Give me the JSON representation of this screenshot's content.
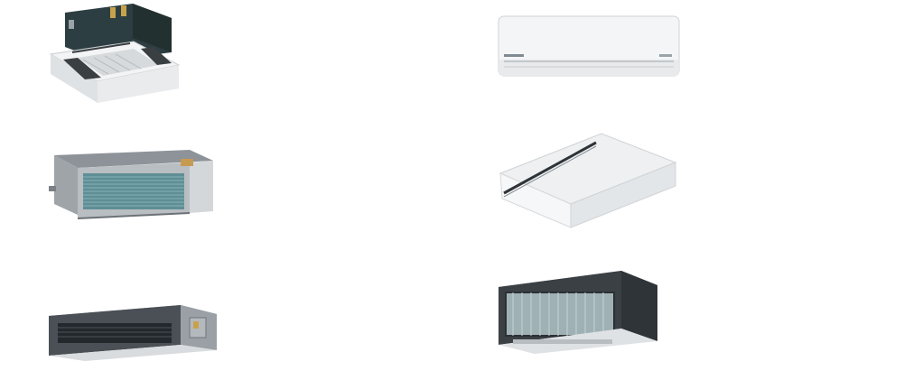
{
  "products": [
    {
      "id": "p-cassette",
      "icon": "cassette-indoor-unit-icon"
    },
    {
      "id": "p-wall",
      "icon": "wall-mounted-indoor-unit-icon"
    },
    {
      "id": "p-duct-slim",
      "icon": "slim-ducted-indoor-unit-icon"
    },
    {
      "id": "p-ceiling",
      "icon": "ceiling-suspended-indoor-unit-icon"
    },
    {
      "id": "p-duct-mid",
      "icon": "medium-static-ducted-unit-icon"
    },
    {
      "id": "p-duct-high",
      "icon": "high-static-ducted-unit-icon"
    }
  ],
  "colors": {
    "panel_white": "#f4f5f6",
    "housing_dark": "#2e3f44",
    "coil_teal": "#6e9aa0",
    "metal_grey": "#8c9196"
  }
}
